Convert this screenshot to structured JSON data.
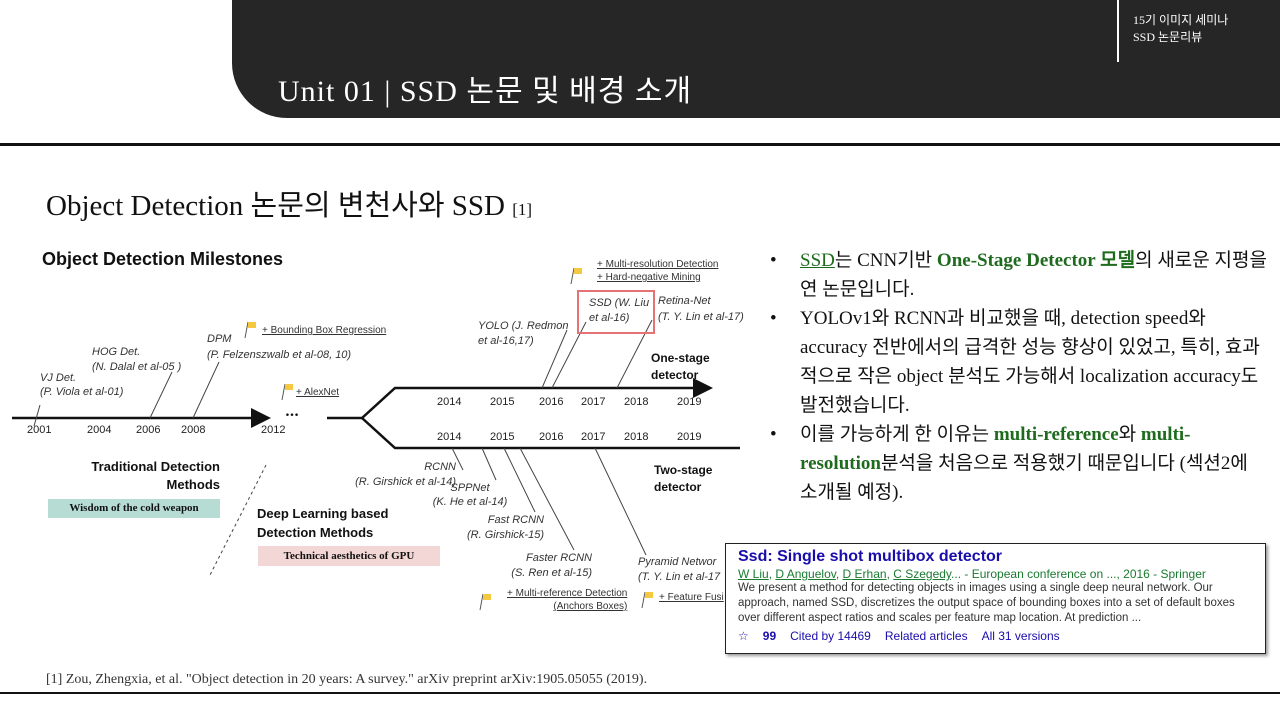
{
  "header": {
    "title": "Unit  01 | SSD 논문 및 배경 소개",
    "subtitle_line1": "15기 이미지 세미나",
    "subtitle_line2": "SSD 논문리뷰"
  },
  "slide_title": "Object Detection 논문의 변천사와 SSD",
  "slide_title_ref": "[1]",
  "diagram": {
    "title": "Object Detection Milestones",
    "years_traditional": [
      "2001",
      "2004",
      "2006",
      "2008",
      "2012"
    ],
    "ellipsis": "…",
    "years_one_stage": [
      "2014",
      "2015",
      "2016",
      "2017",
      "2018",
      "2019"
    ],
    "years_two_stage": [
      "2014",
      "2015",
      "2016",
      "2017",
      "2018",
      "2019"
    ],
    "vj": [
      "VJ Det.",
      "(P. Viola et al-01)"
    ],
    "hog": [
      "HOG Det.",
      "(N. Dalal et al-05 )"
    ],
    "dpm": [
      "DPM",
      "(P. Felzenszwalb et al-08, 10)"
    ],
    "bbox_reg": "+ Bounding Box Regression",
    "alexnet": "+ AlexNet",
    "yolo": [
      "YOLO (J. Redmon",
      "et al-16,17)"
    ],
    "ssd": [
      "SSD (W. Liu",
      "et al-16)"
    ],
    "retina": [
      "Retina-Net",
      "(T. Y. Lin et al-17)"
    ],
    "multires": [
      "+ Multi-resolution Detection",
      "+ Hard-negative Mining"
    ],
    "one_stage": [
      "One-stage",
      "detector"
    ],
    "two_stage": [
      "Two-stage",
      "detector"
    ],
    "rcnn": [
      "RCNN",
      "(R. Girshick et al-14)"
    ],
    "sppnet": [
      "SPPNet",
      "(K. He et al-14)"
    ],
    "fast_rcnn": [
      "Fast RCNN",
      "(R. Girshick-15)"
    ],
    "faster_rcnn": [
      "Faster RCNN",
      "(S. Ren et al-15)"
    ],
    "fpn": [
      "Pyramid Networ",
      "(T. Y. Lin et al-17"
    ],
    "multiref": [
      "+ Multi-reference Detection",
      "(Anchors Boxes)"
    ],
    "feature_fusion": "+ Feature Fusi",
    "traditional": [
      "Traditional Detection",
      "Methods"
    ],
    "traditional_tag": "Wisdom of the cold weapon",
    "deep": [
      "Deep Learning based",
      "Detection Methods"
    ],
    "deep_tag": "Technical aesthetics of GPU",
    "colors": {
      "highlight_box": "#e57373",
      "teal_tag": "#b7dcd4",
      "pink_tag": "#f3d6d6",
      "flag": "#f5c842"
    }
  },
  "bullets": [
    {
      "parts": [
        {
          "t": "SSD",
          "s": "gu"
        },
        {
          "t": "는 CNN기반 ",
          "s": ""
        },
        {
          "t": "One-Stage Detector 모델",
          "s": "g"
        },
        {
          "t": "의 새로운 지평을 연 논문입니다.",
          "s": ""
        }
      ]
    },
    {
      "parts": [
        {
          "t": "YOLOv1와 RCNN과 비교했을 때, detection speed와 accuracy 전반에서의 급격한 성능 향상이 있었고, 특히, 효과적으로 작은 object 분석도 가능해서 localization accuracy도 발전했습니다.",
          "s": ""
        }
      ]
    },
    {
      "parts": [
        {
          "t": "이를 가능하게 한 이유는 ",
          "s": ""
        },
        {
          "t": "multi-reference",
          "s": "g"
        },
        {
          "t": "와 ",
          "s": ""
        },
        {
          "t": "multi-resolution",
          "s": "g"
        },
        {
          "t": "분석을 처음으로 적용했기 때문입니다 (섹션2에 소개될 예정).",
          "s": ""
        }
      ]
    }
  ],
  "scholar": {
    "title": "Ssd: Single shot multibox detector",
    "authors": [
      "W Liu",
      "D Anguelov",
      "D Erhan",
      "C Szegedy"
    ],
    "venue": "... - European conference on ..., 2016 - Springer",
    "abstract": "We present a method for detecting objects in images using a single deep neural network. Our approach, named SSD, discretizes the output space of bounding boxes into a set of default boxes over different aspect ratios and scales per feature map location. At prediction ...",
    "star_icon": "star-icon",
    "cite_icon": "quote-icon",
    "cited_by": "Cited by 14469",
    "related": "Related articles",
    "versions": "All 31 versions"
  },
  "footnote": "[1] Zou, Zhengxia, et al. \"Object detection in 20 years: A survey.\" arXiv preprint arXiv:1905.05055 (2019)."
}
